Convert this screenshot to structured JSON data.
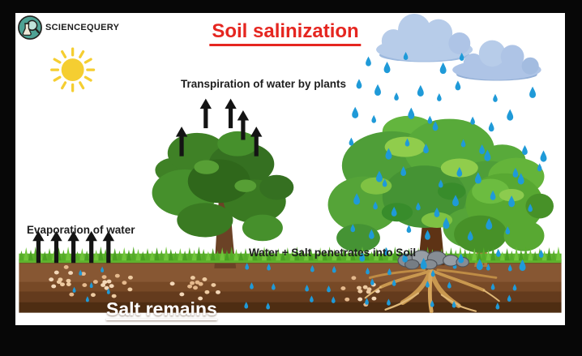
{
  "brand": {
    "name": "SCIENCEQUERY"
  },
  "title": "Soil salinization",
  "labels": {
    "transpiration": "Transpiration of water by plants",
    "evaporation": "Evaporation of water",
    "penetration": "Water + Salt penetrates into Soil",
    "salt_remains": "Salt remains"
  },
  "colors": {
    "title_red": "#e52620",
    "rain_blue": "#1f9ad8",
    "sun_yellow": "#f5ce31",
    "cloud_blue": "#b7cce9",
    "grass_green": "#5fb32e",
    "soil_brown": "#875733",
    "salt_cream": "#eecba2",
    "arrow_black": "#141414",
    "foliage_dark_green": "#3c7d24",
    "foliage_bright_green": "#58aa3a",
    "trunk_brown": "#6b4226",
    "root_tan": "#c9984f",
    "rock_grey": "#868d94"
  }
}
